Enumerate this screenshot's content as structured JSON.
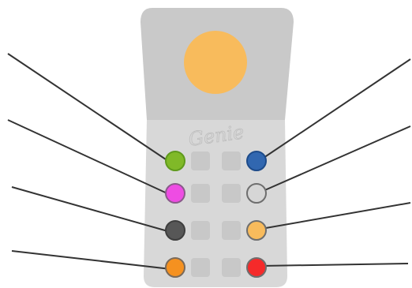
{
  "device": {
    "brand_text": "Genie",
    "body_color": "#d8d8d8",
    "top_color": "#c9c9c9",
    "sensor_color": "#f8bb5c",
    "slot_color": "#c8c8c8"
  },
  "buttons_left": [
    {
      "color_name": "green",
      "fill": "#80b928",
      "stroke": "#5f9a1c"
    },
    {
      "color_name": "magenta",
      "fill": "#ee4ce3",
      "stroke": "#8a5a8a"
    },
    {
      "color_name": "dark-gray",
      "fill": "#575757",
      "stroke": "#3e3e3e"
    },
    {
      "color_name": "orange",
      "fill": "#f59120",
      "stroke": "#7a6a5a"
    }
  ],
  "buttons_right": [
    {
      "color_name": "blue",
      "fill": "#3167b0",
      "stroke": "#1d4b8a"
    },
    {
      "color_name": "light-gray",
      "fill": "#d6d6d6",
      "stroke": "#6e6e6e"
    },
    {
      "color_name": "light-orange",
      "fill": "#f8bb5c",
      "stroke": "#6e6e6e"
    },
    {
      "color_name": "red",
      "fill": "#f52a2a",
      "stroke": "#6e6e6e"
    }
  ],
  "leader_line_color": "#333333"
}
